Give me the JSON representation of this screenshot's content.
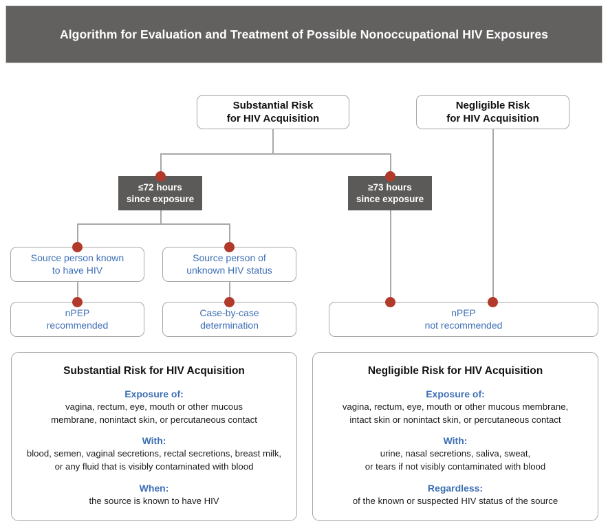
{
  "header": {
    "title": "Algorithm for Evaluation and Treatment of Possible Nonoccupational HIV Exposures"
  },
  "colors": {
    "header_bg": "#636160",
    "dark_box_bg": "#5c5a59",
    "blue_text": "#3d6fb5",
    "node_border": "#a6a6a6",
    "connector": "#a8a8a8",
    "dot": "#b23a2b",
    "page_bg": "#ffffff"
  },
  "flowchart": {
    "type": "decision-tree",
    "nodes": {
      "substantial_risk": {
        "line1": "Substantial Risk",
        "line2": "for HIV Acquisition",
        "style": "white-rounded-bold"
      },
      "negligible_risk": {
        "line1": "Negligible Risk",
        "line2": "for HIV Acquisition",
        "style": "white-rounded-bold"
      },
      "within_72": {
        "line1": "≤72 hours",
        "line2": "since exposure",
        "style": "dark-gray"
      },
      "after_73": {
        "line1": "≥73 hours",
        "line2": "since exposure",
        "style": "dark-gray"
      },
      "source_known": {
        "line1": "Source person known",
        "line2": "to have HIV",
        "style": "white-rounded-blue"
      },
      "source_unknown": {
        "line1": "Source person of",
        "line2": "unknown HIV status",
        "style": "white-rounded-blue"
      },
      "npep_recommended": {
        "line1": "nPEP",
        "line2": "recommended",
        "style": "white-rounded-blue"
      },
      "case_by_case": {
        "line1": "Case-by-case",
        "line2": "determination",
        "style": "white-rounded-blue"
      },
      "npep_not_recommended": {
        "line1": "nPEP",
        "line2": "not recommended",
        "style": "white-rounded-blue"
      }
    },
    "edges": [
      {
        "from": "substantial_risk",
        "to": "within_72"
      },
      {
        "from": "substantial_risk",
        "to": "after_73"
      },
      {
        "from": "within_72",
        "to": "source_known"
      },
      {
        "from": "within_72",
        "to": "source_unknown"
      },
      {
        "from": "source_known",
        "to": "npep_recommended"
      },
      {
        "from": "source_unknown",
        "to": "case_by_case"
      },
      {
        "from": "after_73",
        "to": "npep_not_recommended"
      },
      {
        "from": "negligible_risk",
        "to": "npep_not_recommended"
      }
    ]
  },
  "panels": [
    {
      "title": "Substantial Risk for HIV Acquisition",
      "groups": [
        {
          "label": "Exposure of:",
          "lines": [
            "vagina, rectum, eye, mouth or other mucous",
            "membrane, nonintact skin, or percutaneous contact"
          ]
        },
        {
          "label": "With:",
          "lines": [
            "blood, semen, vaginal secretions, rectal secretions, breast milk,",
            "or any fluid that is visibly contaminated with blood"
          ]
        },
        {
          "label": "When:",
          "lines": [
            "the source is known to have HIV"
          ]
        }
      ]
    },
    {
      "title": "Negligible Risk for HIV Acquisition",
      "groups": [
        {
          "label": "Exposure of:",
          "lines": [
            "vagina, rectum, eye, mouth or other mucous membrane,",
            "intact skin or nonintact skin, or percutaneous contact"
          ]
        },
        {
          "label": "With:",
          "lines": [
            "urine, nasal secretions, saliva, sweat,",
            "or tears if not visibly contaminated with blood"
          ]
        },
        {
          "label": "Regardless:",
          "lines": [
            "of the known or suspected HIV status of the source"
          ]
        }
      ]
    }
  ]
}
